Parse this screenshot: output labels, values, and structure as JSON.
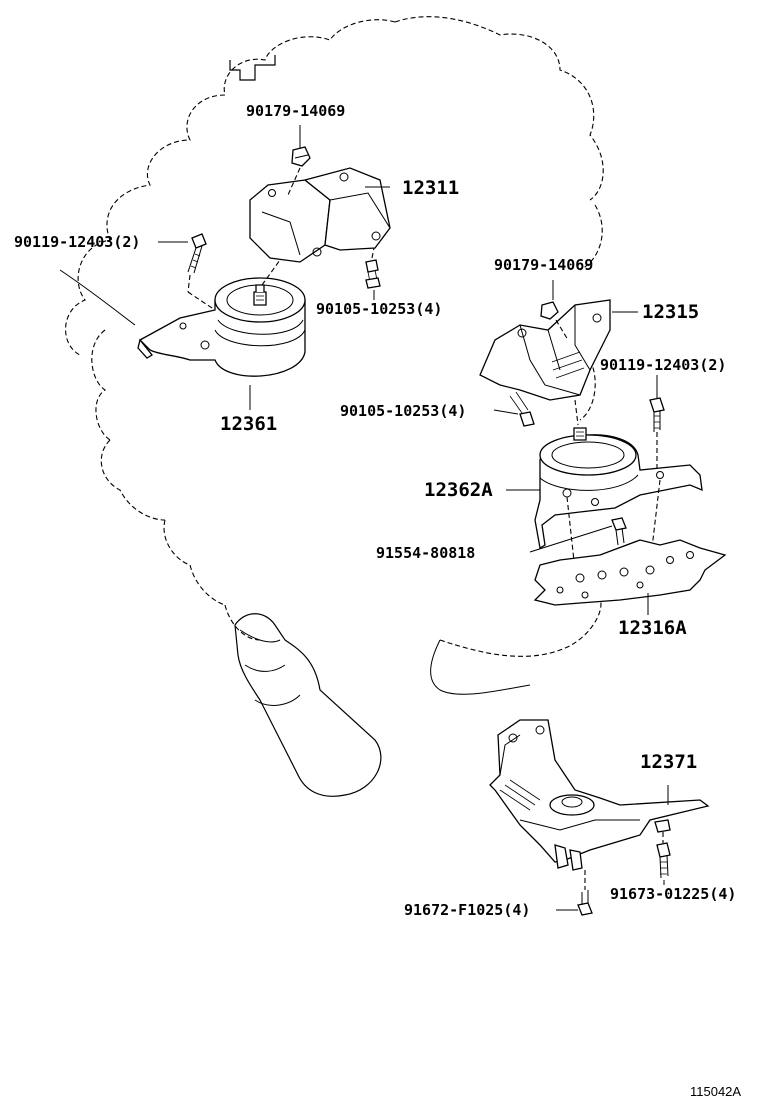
{
  "diagram": {
    "figure_code": "115042A",
    "labels": {
      "nut_left": "90179-14069",
      "bracket_left": "12311",
      "bolt_left": "90119-12403(2)",
      "bolt_small_left": "90105-10253(4)",
      "insulator_left": "12361",
      "nut_right": "90179-14069",
      "bracket_right": "12315",
      "bolt_right": "90119-12403(2)",
      "bolt_small_right": "90105-10253(4)",
      "insulator_right": "12362A",
      "stud_bolt": "91554-80818",
      "plate_right": "12316A",
      "rear_mount": "12371",
      "bolt_rear_left": "91672-F1025(4)",
      "bolt_rear_right": "91673-01225(4)"
    }
  }
}
